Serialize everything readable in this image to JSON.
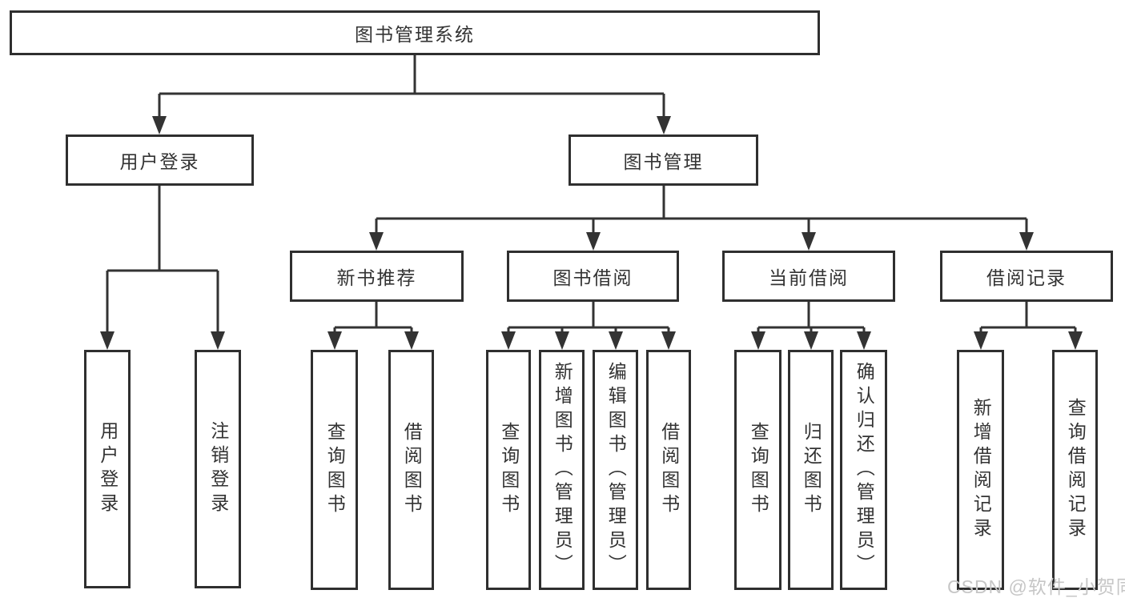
{
  "tree": {
    "root": {
      "label": "图书管理系统"
    },
    "branches": [
      {
        "label": "用户登录",
        "children": [
          {
            "label": "用户登录"
          },
          {
            "label": "注销登录"
          }
        ]
      },
      {
        "label": "图书管理",
        "children": [
          {
            "label": "新书推荐",
            "children": [
              {
                "label": "查询图书"
              },
              {
                "label": "借阅图书"
              }
            ]
          },
          {
            "label": "图书借阅",
            "children": [
              {
                "label": "查询图书"
              },
              {
                "label": "新增图书（管理员）"
              },
              {
                "label": "编辑图书（管理员）"
              },
              {
                "label": "借阅图书"
              }
            ]
          },
          {
            "label": "当前借阅",
            "children": [
              {
                "label": "查询图书"
              },
              {
                "label": "归还图书"
              },
              {
                "label": "确认归还（管理员）"
              }
            ]
          },
          {
            "label": "借阅记录",
            "children": [
              {
                "label": "新增借阅记录"
              },
              {
                "label": "查询借阅记录"
              }
            ]
          }
        ]
      }
    ]
  },
  "watermark": {
    "text": "CSDN @软件_小贺同学",
    "color": "#c6c6c6"
  },
  "colors": {
    "line": "#333333",
    "box_border": "#2f2f2f",
    "text": "#333333",
    "background": "#ffffff"
  }
}
